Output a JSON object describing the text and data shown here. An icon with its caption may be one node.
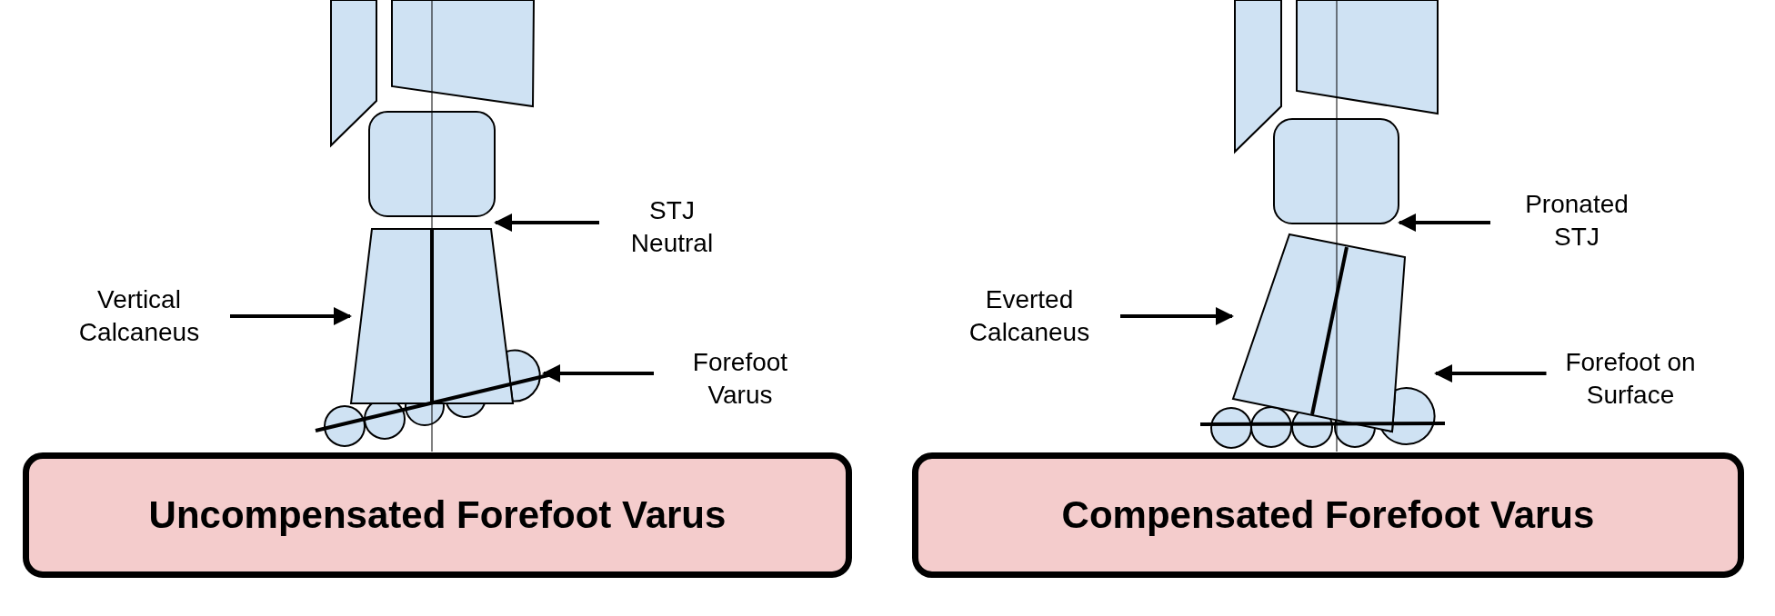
{
  "diagram": {
    "nodes": [
      {
        "text": [
          "STJ Neutral"
        ]
      },
      {
        "text": [
          "Vertical Calcaneus"
        ]
      },
      {
        "text": [
          "Forefoot Varus"
        ]
      },
      {
        "text": [
          "Uncompensated Forefoot Varus"
        ]
      },
      {
        "text": [
          "Pronated STJ"
        ]
      },
      {
        "text": [
          "Everted Calcaneus"
        ]
      },
      {
        "text": [
          "Forefoot on Surface"
        ]
      },
      {
        "text": [
          "Compensated Forefoot Varus"
        ]
      },
      {
        "text": [],
        "shape": "box"
      },
      {
        "text": [],
        "shape": "box"
      },
      {
        "text": [],
        "shape": "circle"
      },
      {
        "text": [],
        "shape": "box"
      },
      {
        "text": [],
        "shape": "box"
      },
      {
        "text": [],
        "shape": "circle"
      }
    ],
    "edges": [
      {
        "from": 0,
        "to": 8,
        "arrow": "to"
      },
      {
        "from": 1,
        "to": 9,
        "arrow": "to"
      },
      {
        "from": 2,
        "to": 10,
        "arrow": "to"
      },
      {
        "from": 4,
        "to": 11,
        "arrow": "to"
      },
      {
        "from": 5,
        "to": 12,
        "arrow": "to"
      },
      {
        "from": 6,
        "to": 13,
        "arrow": "to"
      }
    ]
  }
}
